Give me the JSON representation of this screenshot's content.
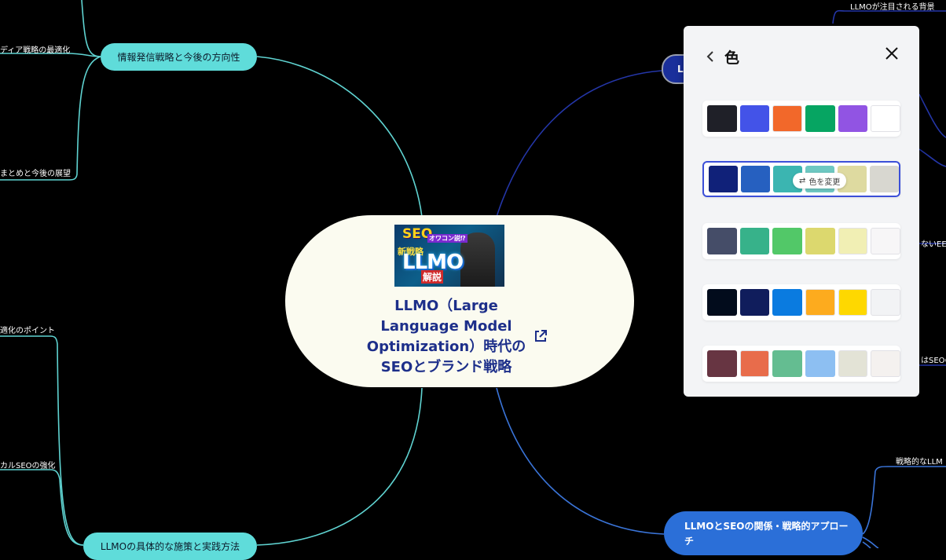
{
  "root": {
    "title": "LLMO（Large Language Model Optimization）時代のSEOとブランド戦略",
    "thumbnail": {
      "seo": "SEO",
      "subtitle": "オワコン説⁉",
      "new_strategy": "新戦略",
      "llmo": "LLMO",
      "explain": "解説"
    }
  },
  "branches": {
    "left_top": "情報発信戦略と今後の方向性",
    "left_bottom": "LLMOの具体的な施策と実践方法",
    "right_top": "LL",
    "right_bottom_line1": "LLMOとSEOの関係・戦略的アプロー",
    "right_bottom_line2": "チ"
  },
  "leaves": {
    "left_1": "ディア戦略の最適化",
    "left_2": "まとめと今後の展望",
    "left_3": "適化のポイント",
    "left_4": "カルSEOの強化",
    "right_1": "LLMOが注目される背景",
    "right_2": "ないEEA",
    "right_3": "はSEOの",
    "right_4": "戦略的なLLM"
  },
  "color_panel": {
    "title": "色",
    "change_tooltip": "色を変更",
    "palettes": [
      [
        "#1f2028",
        "#4353e8",
        "#f2682a",
        "#06a562",
        "#9154e3",
        "#ffffff"
      ],
      [
        "#102179",
        "#2660c0",
        "#3bb5b1",
        "#6ec8c2",
        "#dedaa0",
        "#d8d7d0"
      ],
      [
        "#454d68",
        "#37b28a",
        "#52c868",
        "#dcd86e",
        "#f1efb4",
        "#f7f6f7"
      ],
      [
        "#020c1c",
        "#101d5c",
        "#0a7be0",
        "#fdab1e",
        "#fed800",
        "#f2f3f5"
      ],
      [
        "#673542",
        "#e86c4b",
        "#64bd91",
        "#8dbff2",
        "#e3e3d6",
        "#f4f1ef"
      ]
    ],
    "selected_index": 1
  },
  "colors": {
    "teal_edge": "#5fd3d1",
    "navy_edge": "#2436a8",
    "blue_edge": "#3a74d8"
  }
}
